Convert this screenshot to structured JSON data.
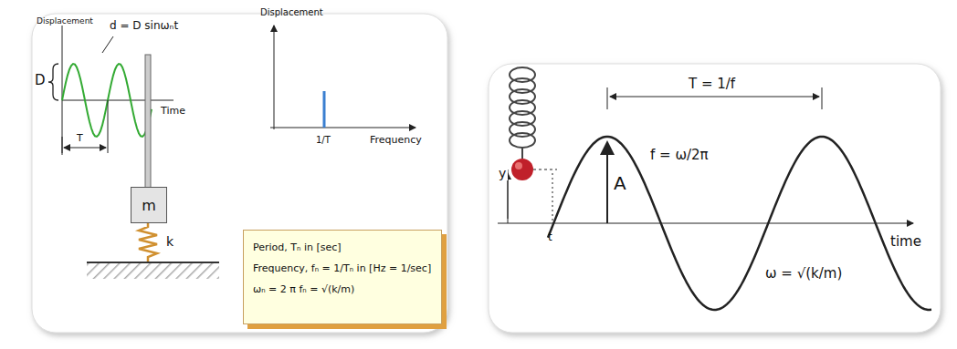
{
  "diagram": {
    "nodes": [
      {
        "text": [
          "m"
        ]
      },
      {
        "text": [
          "Period, Tₙ in [sec]",
          "Frequency, fₙ = 1/Tₙ in [Hz = 1/sec]",
          "ωₙ = 2 π fₙ = √(k/m)"
        ]
      }
    ],
    "labels": [
      "Displacement",
      "d = D sinωₙt",
      "D",
      "Time",
      "T",
      "k",
      "Displacement",
      "Frequency",
      "1/T",
      "T = 1/f",
      "f = ω/2π",
      "A",
      "y",
      "t",
      "ω = √(k/m)",
      "time"
    ]
  }
}
